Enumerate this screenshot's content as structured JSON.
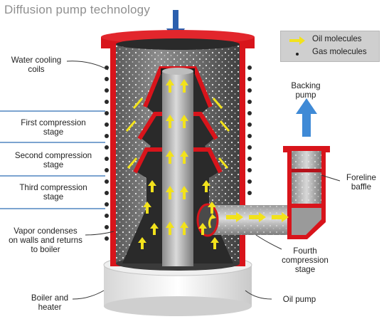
{
  "title": "Diffusion pump technology",
  "legend": {
    "oil": "Oil molecules",
    "gas": "Gas molecules"
  },
  "labels": {
    "water_cooling": [
      "Water cooling",
      "coils"
    ],
    "first_stage": [
      "First compression",
      "stage"
    ],
    "second_stage": [
      "Second compression",
      "stage"
    ],
    "third_stage": [
      "Third compression",
      "stage"
    ],
    "vapor": [
      "Vapor condenses",
      "on walls and returns",
      "to boiler"
    ],
    "boiler": [
      "Boiler and",
      "heater"
    ],
    "oil_pump": "Oil pump",
    "backing": [
      "Backing",
      "pump"
    ],
    "foreline": [
      "Foreline",
      "baffle"
    ],
    "fourth_stage": [
      "Fourth",
      "compression",
      "stage"
    ]
  },
  "colors": {
    "housing_red": "#d8141b",
    "inlet_arrow": "#2b5fae",
    "backing_arrow": "#3f8ad6",
    "oil_arrow": "#f2e21c",
    "stage_line": "#2f6db5"
  },
  "icons": [
    "inlet-arrow-icon",
    "backing-arrow-icon",
    "oil-arrow-icon",
    "gas-dot-icon"
  ]
}
